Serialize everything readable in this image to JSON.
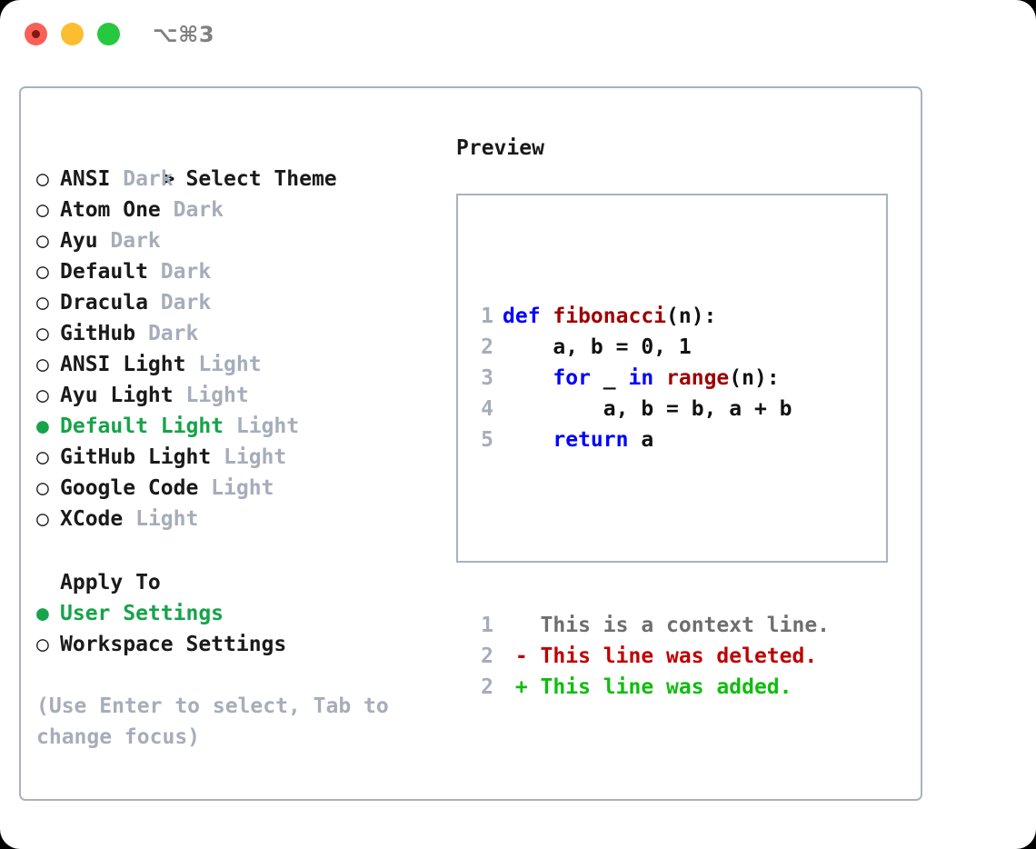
{
  "window": {
    "shortcut_label": "⌥⌘3",
    "traffic_lights": [
      "close",
      "minimize",
      "zoom"
    ]
  },
  "theme_list": {
    "header_marker": ">",
    "header_label": "Select Theme",
    "marker_unselected": "○",
    "marker_selected": "●",
    "items": [
      {
        "name": "ANSI",
        "mode": "Dark",
        "selected": false
      },
      {
        "name": "Atom One",
        "mode": "Dark",
        "selected": false
      },
      {
        "name": "Ayu",
        "mode": "Dark",
        "selected": false
      },
      {
        "name": "Default",
        "mode": "Dark",
        "selected": false
      },
      {
        "name": "Dracula",
        "mode": "Dark",
        "selected": false
      },
      {
        "name": "GitHub",
        "mode": "Dark",
        "selected": false
      },
      {
        "name": "ANSI Light",
        "mode": "Light",
        "selected": false
      },
      {
        "name": "Ayu Light",
        "mode": "Light",
        "selected": false
      },
      {
        "name": "Default Light",
        "mode": "Light",
        "selected": true
      },
      {
        "name": "GitHub Light",
        "mode": "Light",
        "selected": false
      },
      {
        "name": "Google Code",
        "mode": "Light",
        "selected": false
      },
      {
        "name": "XCode",
        "mode": "Light",
        "selected": false
      }
    ]
  },
  "apply_to": {
    "heading": "Apply To",
    "marker_unselected": "○",
    "marker_selected": "●",
    "options": [
      {
        "label": "User Settings",
        "selected": true
      },
      {
        "label": "Workspace Settings",
        "selected": false
      }
    ]
  },
  "hint": {
    "text": "(Use Enter to select, Tab to change focus)"
  },
  "preview": {
    "title": "Preview",
    "code_lines": [
      {
        "number": "1",
        "tokens": [
          {
            "text": "def ",
            "type": "kw"
          },
          {
            "text": "fibonacci",
            "type": "fn"
          },
          {
            "text": "(n):",
            "type": "plain"
          }
        ]
      },
      {
        "number": "2",
        "tokens": [
          {
            "text": "    a, b = 0, 1",
            "type": "plain"
          }
        ]
      },
      {
        "number": "3",
        "tokens": [
          {
            "text": "    ",
            "type": "plain"
          },
          {
            "text": "for",
            "type": "kw"
          },
          {
            "text": " _ ",
            "type": "plain"
          },
          {
            "text": "in",
            "type": "kw"
          },
          {
            "text": " ",
            "type": "plain"
          },
          {
            "text": "range",
            "type": "fn"
          },
          {
            "text": "(n):",
            "type": "plain"
          }
        ]
      },
      {
        "number": "4",
        "tokens": [
          {
            "text": "        a, b = b, a + b",
            "type": "plain"
          }
        ]
      },
      {
        "number": "5",
        "tokens": [
          {
            "text": "    ",
            "type": "plain"
          },
          {
            "text": "return",
            "type": "kw"
          },
          {
            "text": " a",
            "type": "plain"
          }
        ]
      }
    ],
    "diff_lines": [
      {
        "number": "1",
        "marker": " ",
        "text": "This is a context line.",
        "type": "ctx"
      },
      {
        "number": "2",
        "marker": "-",
        "text": "This line was deleted.",
        "type": "del"
      },
      {
        "number": "2",
        "marker": "+",
        "text": "This line was added.",
        "type": "add"
      }
    ]
  },
  "colors": {
    "accent_green": "#16a34a",
    "muted_gray": "#a6adba",
    "border": "#a9b1c1",
    "keyword_blue": "#0000ff",
    "function_red": "#9e0000",
    "diff_deleted": "#c00000",
    "diff_added": "#10bd10",
    "traffic_close": "#fb6057",
    "traffic_minimize": "#fcbd2e",
    "traffic_zoom": "#26c83f"
  }
}
